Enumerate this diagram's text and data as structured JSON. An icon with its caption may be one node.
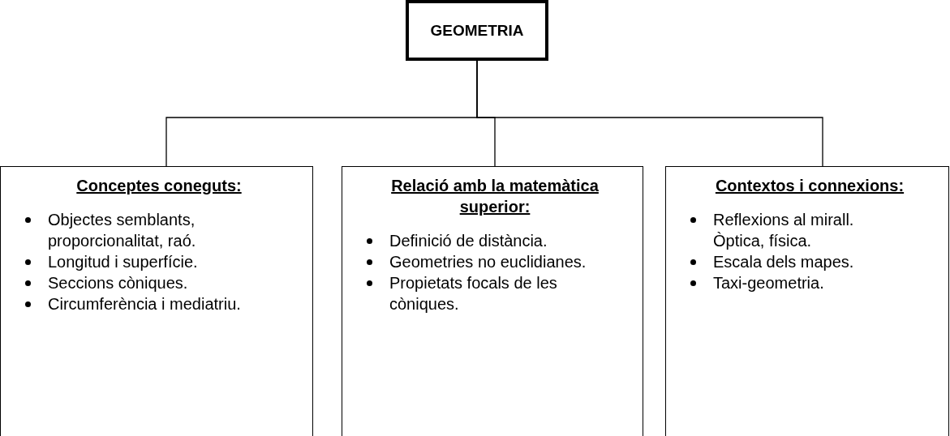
{
  "diagram": {
    "nodes": [
      {
        "text": [
          "GEOMETRIA"
        ]
      },
      {
        "text": [
          "Conceptes coneguts:",
          "Objectes semblants, proporcionalitat, raó.",
          "Longitud i superfície.",
          "Seccions còniques.",
          "Circumferència i mediatriu."
        ]
      },
      {
        "text": [
          "Relació amb la matemàtica superior:",
          "Definició de distància.",
          "Geometries no euclidianes.",
          "Propietats focals de les còniques."
        ]
      },
      {
        "text": [
          "Contextos i connexions:",
          "Reflexions al mirall. Òptica, física.",
          "Escala dels mapes.",
          "Taxi-geometria."
        ]
      }
    ],
    "edges": [
      {
        "from": 0,
        "to": 1,
        "arrow": "none"
      },
      {
        "from": 0,
        "to": 2,
        "arrow": "none"
      },
      {
        "from": 0,
        "to": 3,
        "arrow": "none"
      }
    ]
  }
}
